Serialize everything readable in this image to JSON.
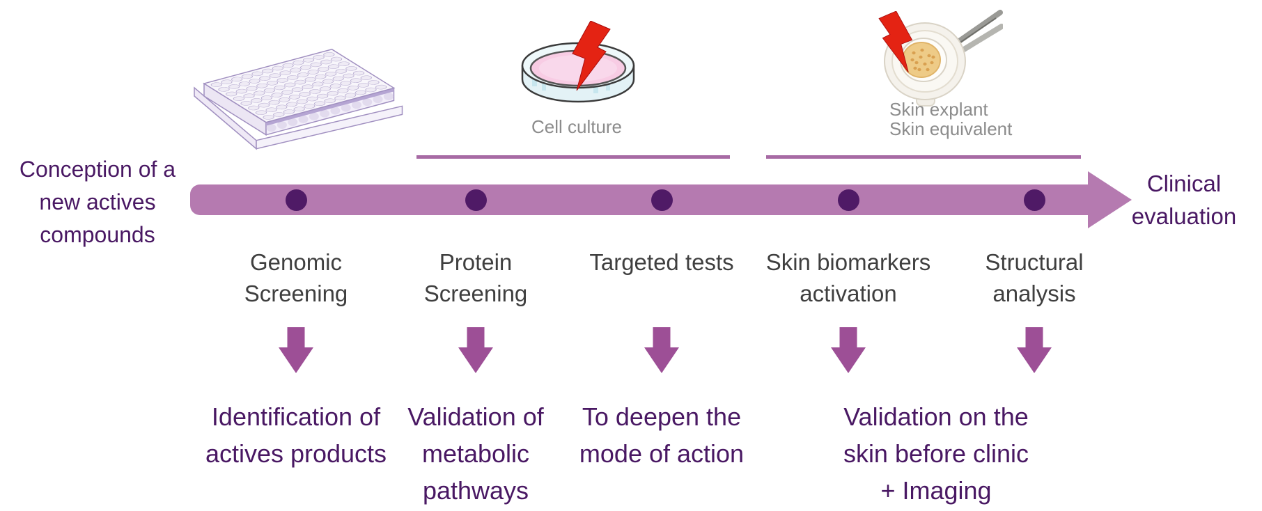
{
  "diagram": {
    "start_label": "Conception of a\nnew actives\ncompounds",
    "end_label": "Clinical\nevaluation"
  },
  "methods": [
    {
      "icon": "well-plate-icon",
      "caption": ""
    },
    {
      "icon": "petri-dish-icon",
      "caption": "Cell culture"
    },
    {
      "icon": "skin-explant-icon",
      "caption": "Skin explant\nSkin equivalent"
    }
  ],
  "stages": [
    {
      "label": "Genomic\nScreening"
    },
    {
      "label": "Protein\nScreening"
    },
    {
      "label": "Targeted tests"
    },
    {
      "label": "Skin biomarkers\nactivation"
    },
    {
      "label": "Structural\nanalysis"
    }
  ],
  "outcomes": [
    {
      "text": "Identification of\nactives products"
    },
    {
      "text": "Validation of\nmetabolic\npathways"
    },
    {
      "text": "To deepen the\nmode of action"
    },
    {
      "text": "Validation on the\nskin before clinic\n+ Imaging"
    }
  ],
  "colors": {
    "band": "#b57ab0",
    "dot": "#4f1a66",
    "section_line": "#a76aa4",
    "down_arrow": "#9d4f96",
    "purple_text": "#491863",
    "stage_text": "#3f3f3f",
    "caption_text": "#8c8c8c",
    "bolt_red": "#e42313"
  }
}
